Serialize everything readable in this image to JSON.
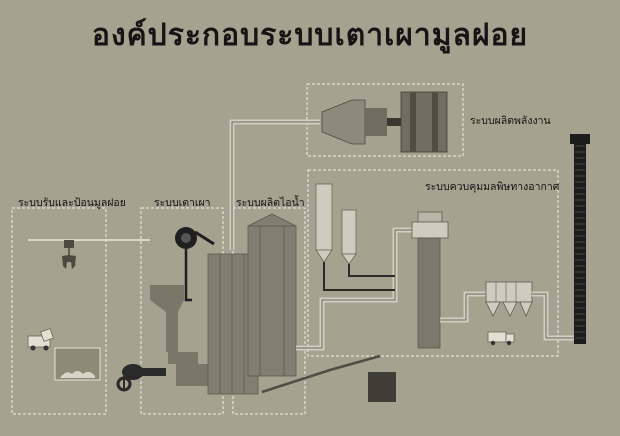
{
  "title": "องค์ประกอบระบบเตาเผามูลฝอย",
  "sections": {
    "intake": "ระบบรับและป้อนมูลฝอย",
    "furnace": "ระบบเตาเผา",
    "steam": "ระบบผลิตไอน้ำ",
    "power": "ระบบผลิตพลังงาน",
    "pollution": "ระบบควบคุมมลพิษทางอากาศ"
  }
}
